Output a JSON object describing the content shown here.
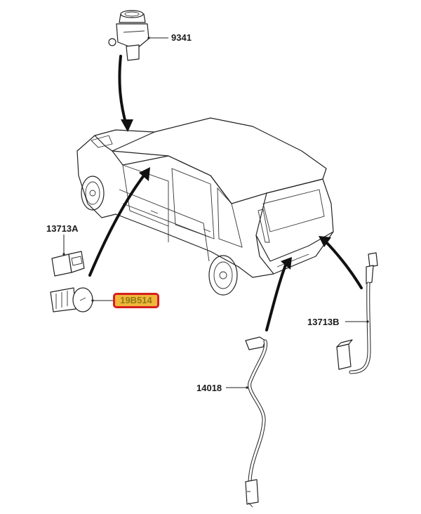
{
  "diagram": {
    "title": "Parts location diagram",
    "highlight_color": "#f2b63a",
    "highlight_border_color": "#d42020",
    "parts": [
      {
        "id": "9341",
        "label": "9341",
        "description": "top switch component"
      },
      {
        "id": "13713A",
        "label": "13713A",
        "description": "rocker switch"
      },
      {
        "id": "19B514",
        "label": "19B514",
        "description": "round push switch",
        "highlighted": true
      },
      {
        "id": "13713B",
        "label": "13713B",
        "description": "rear switch with cable"
      },
      {
        "id": "14018",
        "label": "14018",
        "description": "wiring harness"
      }
    ]
  }
}
